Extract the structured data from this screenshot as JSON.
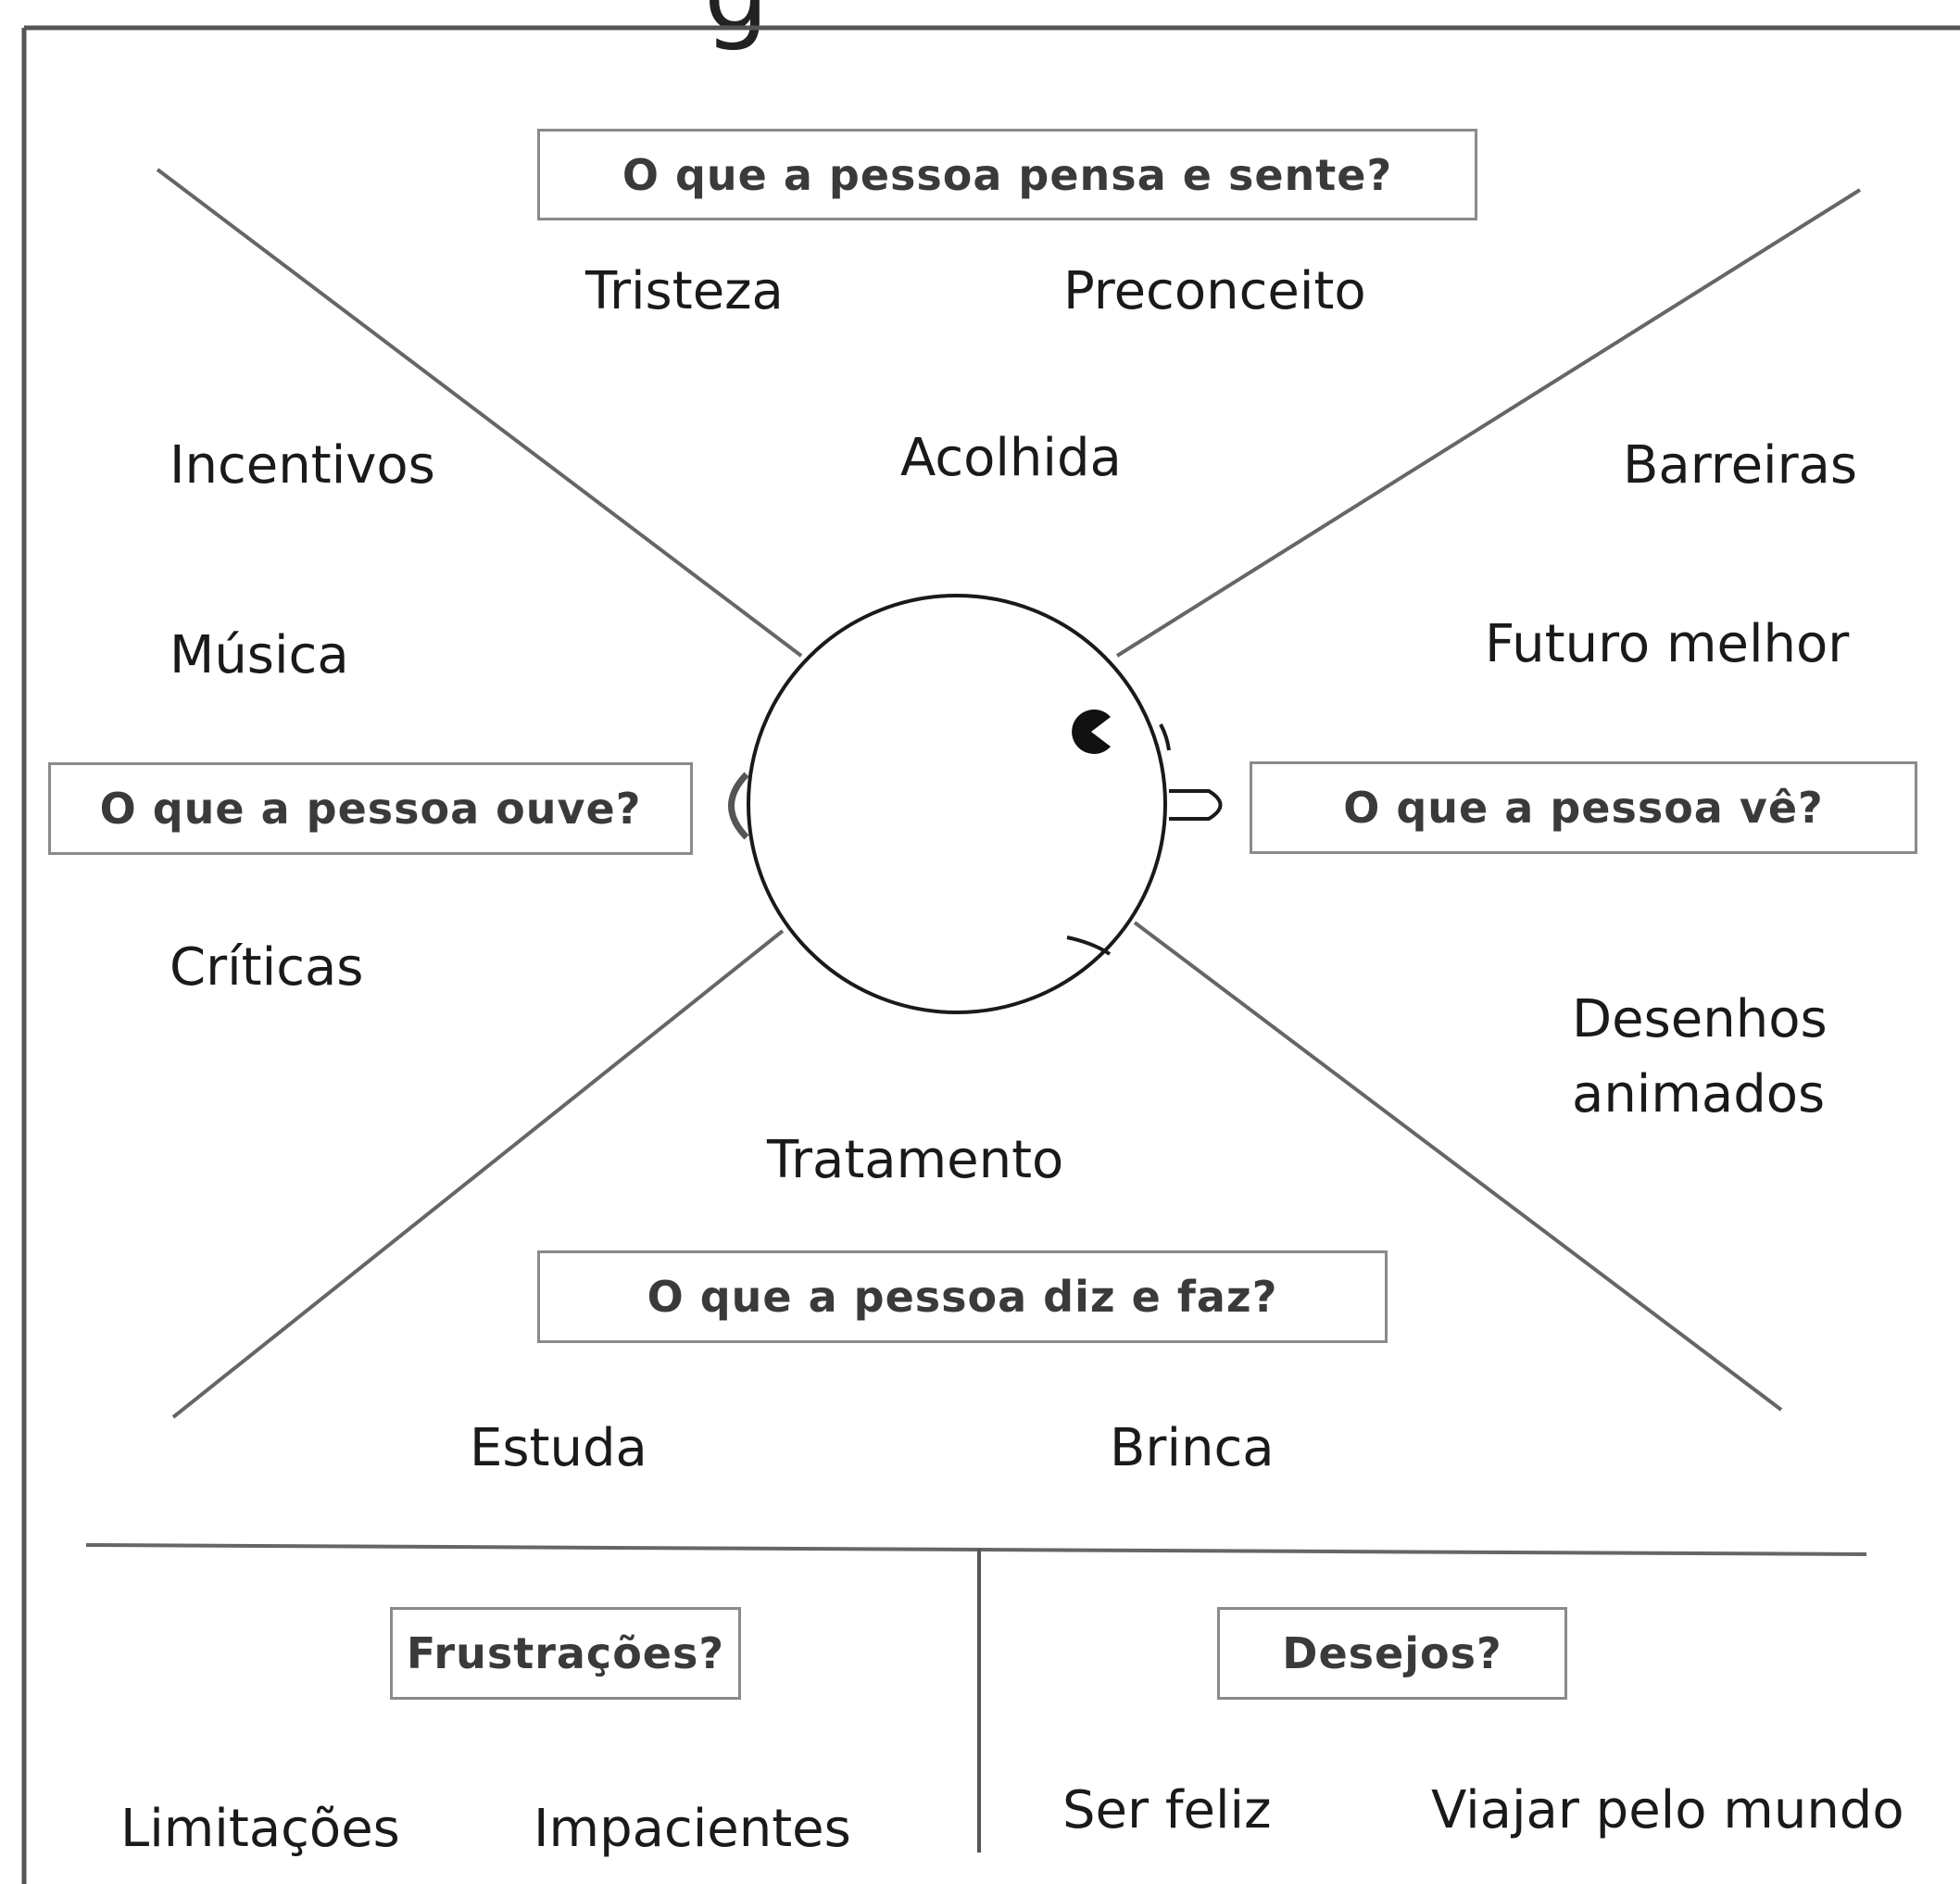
{
  "header": {
    "cut_text": "g"
  },
  "boxes": {
    "thinks_feels": "O que a pessoa pensa e sente?",
    "hears": "O que a pessoa ouve?",
    "sees": "O que a pessoa vê?",
    "says_does": "O que a pessoa diz e faz?",
    "pains": "Frustrações?",
    "gains": "Desejos?"
  },
  "thinks_feels": {
    "item1": "Tristeza",
    "item2": "Preconceito",
    "item3": "Acolhida"
  },
  "hears": {
    "item1": "Incentivos",
    "item2": "Música",
    "item3": "Críticas"
  },
  "sees": {
    "item1": "Barreiras",
    "item2": "Futuro melhor",
    "item3_line1": "Desenhos",
    "item3_line2": "animados"
  },
  "says_does": {
    "item1": "Tratamento",
    "item2": "Estuda",
    "item3": "Brinca"
  },
  "pains": {
    "item1": "Limitações",
    "item2": "Impacientes"
  },
  "gains": {
    "item1": "Ser feliz",
    "item2": "Viajar pelo mundo"
  }
}
